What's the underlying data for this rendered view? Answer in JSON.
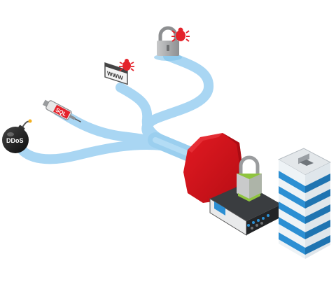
{
  "labels": {
    "ddos": "DDoS",
    "sql": "SQL",
    "www": "WWW"
  },
  "icons": {
    "attacker_bomb": "bomb-icon",
    "sql_injection": "syringe-icon",
    "web_attack": "browser-window-icon",
    "padlock_threat": "padlock-icon",
    "bug": "bug-icon",
    "firewall": "octagon-shield-icon",
    "appliance": "network-appliance-icon",
    "appliance_lock": "padlock-icon",
    "server": "server-tower-icon"
  },
  "colors": {
    "stream": "#a9d6f3",
    "stream_edge": "#7fc1ea",
    "firewall_red": "#d4111b",
    "bug_red": "#e4232b",
    "bomb": "#1c1c1c",
    "server_blue": "#2c8fd3",
    "server_white": "#eef3f6",
    "appliance_top": "#3a3d40",
    "appliance_front": "#222426",
    "lock_green": "#8fc43f",
    "lock_grey": "#9a9c9e"
  }
}
